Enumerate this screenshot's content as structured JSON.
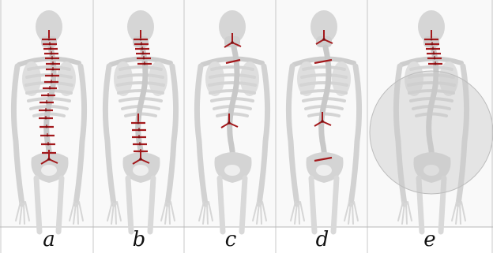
{
  "panels": [
    {
      "label": "a"
    },
    {
      "label": "b"
    },
    {
      "label": "c"
    },
    {
      "label": "d"
    },
    {
      "label": "e"
    }
  ],
  "colors": {
    "frame_fill": "#f9f9f9",
    "skeleton": "#d6d6d6",
    "skeleton_dark": "#c4c4c4",
    "marker": "#a3191c",
    "sphere": "#c9c9c9"
  }
}
